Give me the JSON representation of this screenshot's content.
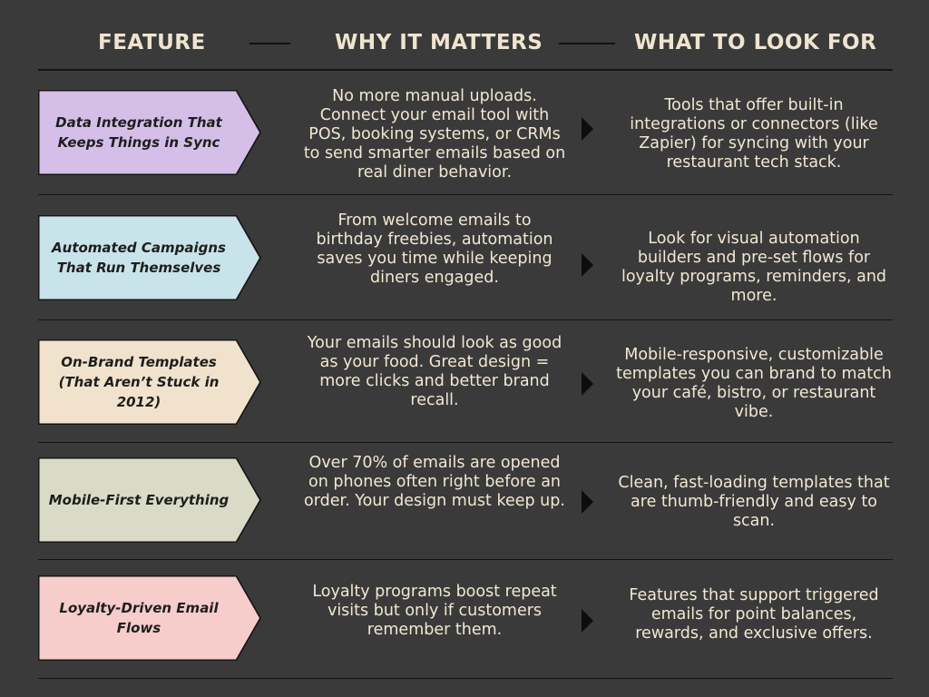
{
  "header": {
    "feature": "FEATURE",
    "why": "WHY IT MATTERS",
    "look": "WHAT TO LOOK FOR"
  },
  "colors": {
    "background": "#3a3a3a",
    "header_text": "#efe4cf",
    "body_text": "#f1e7d3"
  },
  "rows": [
    {
      "feature": "Data Integration That\nKeeps Things in Sync",
      "color": "#d5bfe8",
      "why": "No more manual uploads. Connect your email tool with POS, booking systems, or CRMs to send smarter emails based on real diner behavior.",
      "look": "Tools that offer built-in integrations or connectors (like Zapier) for syncing with your restaurant tech stack."
    },
    {
      "feature": "Automated Campaigns\nThat Run Themselves",
      "color": "#c8e3e9",
      "why": "From welcome emails to birthday freebies, automation saves you time while keeping diners engaged.",
      "look": "Look for visual automation builders and pre-set flows for loyalty programs, reminders, and more."
    },
    {
      "feature": "On-Brand Templates\n(That Aren’t Stuck in 2012)",
      "color": "#f0e2cc",
      "why": "Your emails should look as good as your food. Great design = more clicks and better brand recall.",
      "look": "Mobile-responsive, customizable templates you can brand to match your café, bistro, or restaurant vibe."
    },
    {
      "feature": "Mobile-First Everything",
      "color": "#d9dbc7",
      "why": "Over 70% of emails are opened on phones often right before an order. Your design must keep up.",
      "look": "Clean, fast-loading templates that are thumb-friendly and easy to scan."
    },
    {
      "feature": "Loyalty-Driven Email\nFlows",
      "color": "#f6cdcb",
      "why": "Loyalty programs boost repeat visits but only if customers remember them.",
      "look": "Features that support triggered emails for point balances, rewards, and exclusive offers."
    }
  ]
}
